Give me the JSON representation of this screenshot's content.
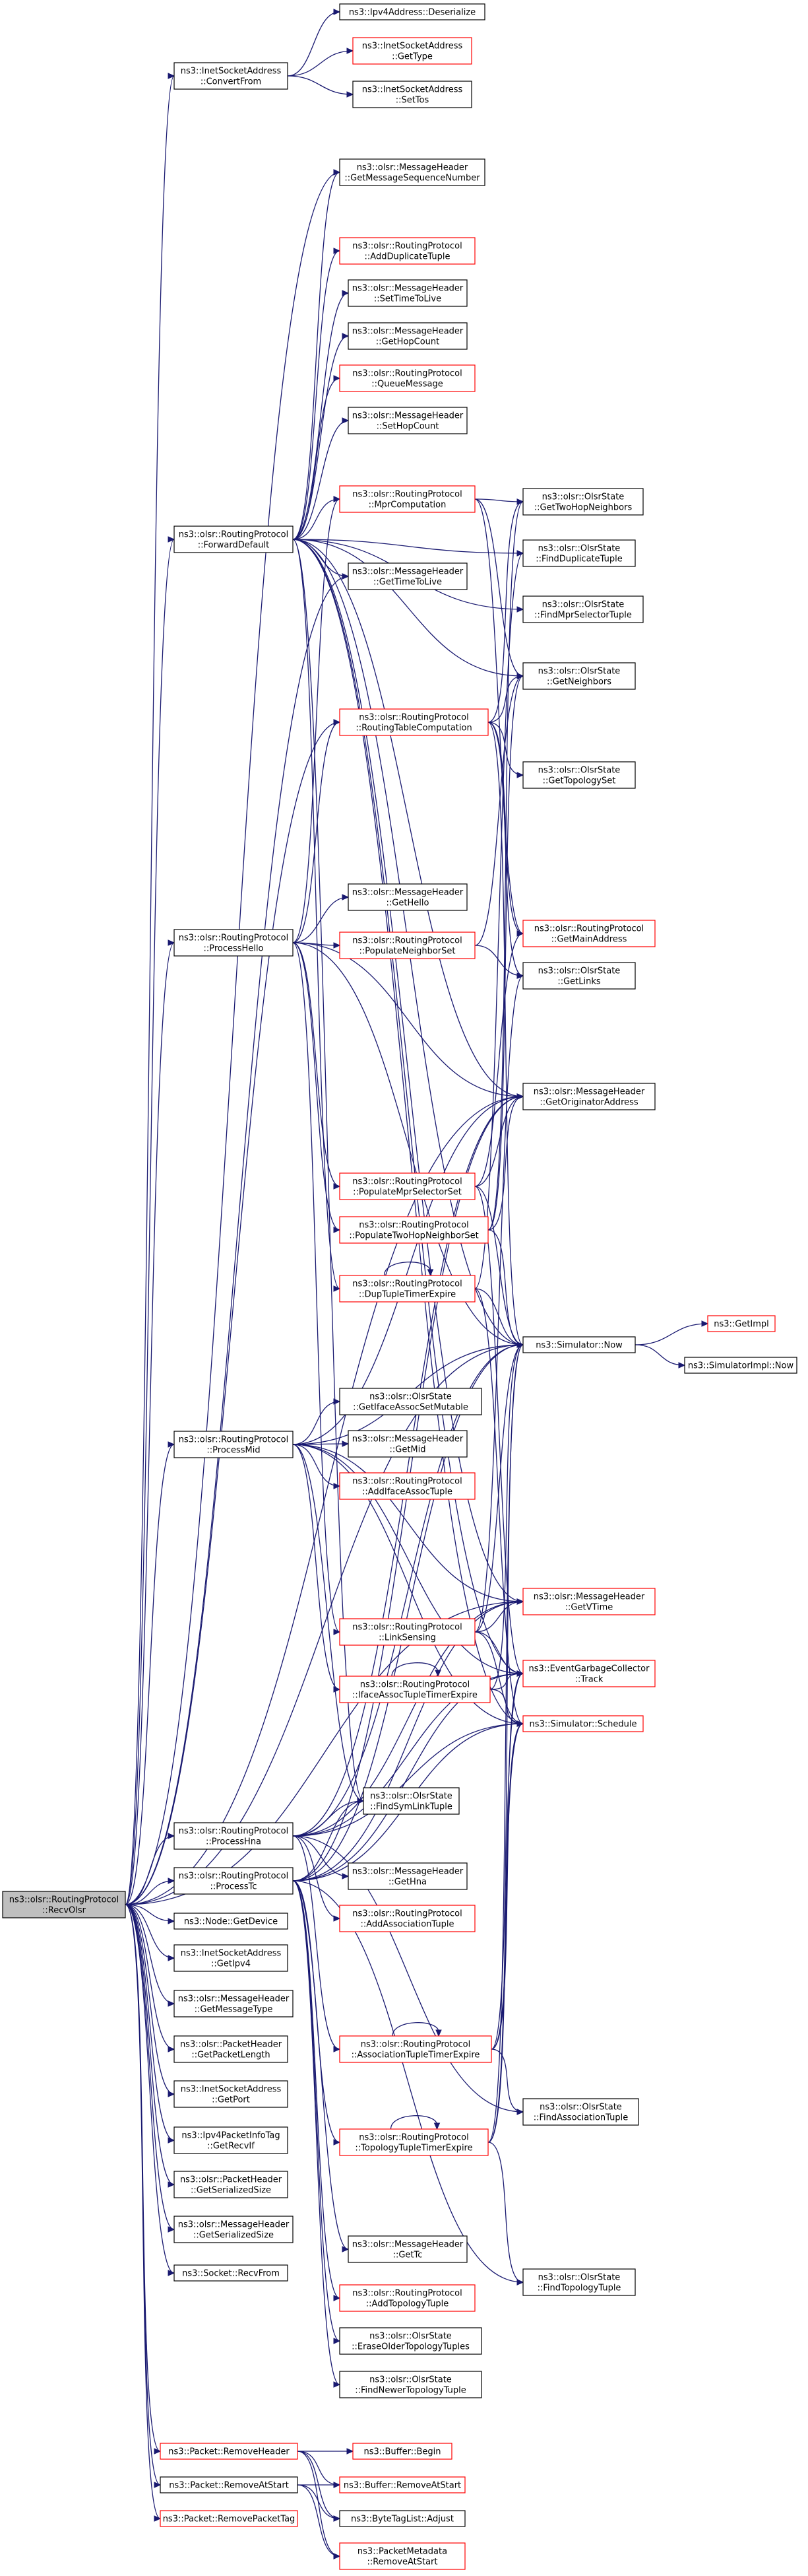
{
  "graph": {
    "nodes": [
      {
        "id": "recv",
        "lines": [
          "ns3::olsr::RoutingProtocol",
          "::RecvOlsr"
        ],
        "style": "root"
      },
      {
        "id": "ipv4deser",
        "lines": [
          "ns3::Ipv4Address::Deserialize"
        ],
        "style": "black"
      },
      {
        "id": "convertfrom",
        "lines": [
          "ns3::InetSocketAddress",
          "::ConvertFrom"
        ],
        "style": "black"
      },
      {
        "id": "gettype",
        "lines": [
          "ns3::InetSocketAddress",
          "::GetType"
        ],
        "style": "red"
      },
      {
        "id": "settos",
        "lines": [
          "ns3::InetSocketAddress",
          "::SetTos"
        ],
        "style": "black"
      },
      {
        "id": "getmsgseq",
        "lines": [
          "ns3::olsr::MessageHeader",
          "::GetMessageSequenceNumber"
        ],
        "style": "black"
      },
      {
        "id": "adddup",
        "lines": [
          "ns3::olsr::RoutingProtocol",
          "::AddDuplicateTuple"
        ],
        "style": "red"
      },
      {
        "id": "setttl",
        "lines": [
          "ns3::olsr::MessageHeader",
          "::SetTimeToLive"
        ],
        "style": "black"
      },
      {
        "id": "gethop",
        "lines": [
          "ns3::olsr::MessageHeader",
          "::GetHopCount"
        ],
        "style": "black"
      },
      {
        "id": "queuemsg",
        "lines": [
          "ns3::olsr::RoutingProtocol",
          "::QueueMessage"
        ],
        "style": "red"
      },
      {
        "id": "sethop",
        "lines": [
          "ns3::olsr::MessageHeader",
          "::SetHopCount"
        ],
        "style": "black"
      },
      {
        "id": "mprcomp",
        "lines": [
          "ns3::olsr::RoutingProtocol",
          "::MprComputation"
        ],
        "style": "red"
      },
      {
        "id": "get2hop",
        "lines": [
          "ns3::olsr::OlsrState",
          "::GetTwoHopNeighbors"
        ],
        "style": "black"
      },
      {
        "id": "fwd",
        "lines": [
          "ns3::olsr::RoutingProtocol",
          "::ForwardDefault"
        ],
        "style": "black"
      },
      {
        "id": "finddup",
        "lines": [
          "ns3::olsr::OlsrState",
          "::FindDuplicateTuple"
        ],
        "style": "black"
      },
      {
        "id": "getttl",
        "lines": [
          "ns3::olsr::MessageHeader",
          "::GetTimeToLive"
        ],
        "style": "black"
      },
      {
        "id": "findmprsel",
        "lines": [
          "ns3::olsr::OlsrState",
          "::FindMprSelectorTuple"
        ],
        "style": "black"
      },
      {
        "id": "getneigh",
        "lines": [
          "ns3::olsr::OlsrState",
          "::GetNeighbors"
        ],
        "style": "black"
      },
      {
        "id": "rtcomp",
        "lines": [
          "ns3::olsr::RoutingProtocol",
          "::RoutingTableComputation"
        ],
        "style": "red"
      },
      {
        "id": "gettopo",
        "lines": [
          "ns3::olsr::OlsrState",
          "::GetTopologySet"
        ],
        "style": "black"
      },
      {
        "id": "gethello",
        "lines": [
          "ns3::olsr::MessageHeader",
          "::GetHello"
        ],
        "style": "black"
      },
      {
        "id": "procHello",
        "lines": [
          "ns3::olsr::RoutingProtocol",
          "::ProcessHello"
        ],
        "style": "black"
      },
      {
        "id": "popneigh",
        "lines": [
          "ns3::olsr::RoutingProtocol",
          "::PopulateNeighborSet"
        ],
        "style": "red"
      },
      {
        "id": "getmain",
        "lines": [
          "ns3::olsr::RoutingProtocol",
          "::GetMainAddress"
        ],
        "style": "red"
      },
      {
        "id": "getlinks",
        "lines": [
          "ns3::olsr::OlsrState",
          "::GetLinks"
        ],
        "style": "black"
      },
      {
        "id": "getorig",
        "lines": [
          "ns3::olsr::MessageHeader",
          "::GetOriginatorAddress"
        ],
        "style": "black"
      },
      {
        "id": "popmprsel",
        "lines": [
          "ns3::olsr::RoutingProtocol",
          "::PopulateMprSelectorSet"
        ],
        "style": "red"
      },
      {
        "id": "pop2hop",
        "lines": [
          "ns3::olsr::RoutingProtocol",
          "::PopulateTwoHopNeighborSet"
        ],
        "style": "red"
      },
      {
        "id": "dupexp",
        "lines": [
          "ns3::olsr::RoutingProtocol",
          "::DupTupleTimerExpire"
        ],
        "style": "red"
      },
      {
        "id": "getimpl",
        "lines": [
          "ns3::GetImpl"
        ],
        "style": "red"
      },
      {
        "id": "simnow",
        "lines": [
          "ns3::Simulator::Now"
        ],
        "style": "black"
      },
      {
        "id": "simimplnow",
        "lines": [
          "ns3::SimulatorImpl::Now"
        ],
        "style": "black"
      },
      {
        "id": "getiface",
        "lines": [
          "ns3::olsr::OlsrState",
          "::GetIfaceAssocSetMutable"
        ],
        "style": "black"
      },
      {
        "id": "procMid",
        "lines": [
          "ns3::olsr::RoutingProtocol",
          "::ProcessMid"
        ],
        "style": "black"
      },
      {
        "id": "getmid",
        "lines": [
          "ns3::olsr::MessageHeader",
          "::GetMid"
        ],
        "style": "black"
      },
      {
        "id": "addiface",
        "lines": [
          "ns3::olsr::RoutingProtocol",
          "::AddIfaceAssocTuple"
        ],
        "style": "red"
      },
      {
        "id": "getvtime",
        "lines": [
          "ns3::olsr::MessageHeader",
          "::GetVTime"
        ],
        "style": "red"
      },
      {
        "id": "linksens",
        "lines": [
          "ns3::olsr::RoutingProtocol",
          "::LinkSensing"
        ],
        "style": "red"
      },
      {
        "id": "egc",
        "lines": [
          "ns3::EventGarbageCollector",
          "::Track"
        ],
        "style": "red"
      },
      {
        "id": "ifaceexp",
        "lines": [
          "ns3::olsr::RoutingProtocol",
          "::IfaceAssocTupleTimerExpire"
        ],
        "style": "red"
      },
      {
        "id": "simsched",
        "lines": [
          "ns3::Simulator::Schedule"
        ],
        "style": "red"
      },
      {
        "id": "findsym",
        "lines": [
          "ns3::olsr::OlsrState",
          "::FindSymLinkTuple"
        ],
        "style": "black"
      },
      {
        "id": "procHna",
        "lines": [
          "ns3::olsr::RoutingProtocol",
          "::ProcessHna"
        ],
        "style": "black"
      },
      {
        "id": "gethna",
        "lines": [
          "ns3::olsr::MessageHeader",
          "::GetHna"
        ],
        "style": "black"
      },
      {
        "id": "procTc",
        "lines": [
          "ns3::olsr::RoutingProtocol",
          "::ProcessTc"
        ],
        "style": "black"
      },
      {
        "id": "getdevice",
        "lines": [
          "ns3::Node::GetDevice"
        ],
        "style": "black"
      },
      {
        "id": "addassoc",
        "lines": [
          "ns3::olsr::RoutingProtocol",
          "::AddAssociationTuple"
        ],
        "style": "red"
      },
      {
        "id": "getipv4",
        "lines": [
          "ns3::InetSocketAddress",
          "::GetIpv4"
        ],
        "style": "black"
      },
      {
        "id": "getmsgtype",
        "lines": [
          "ns3::olsr::MessageHeader",
          "::GetMessageType"
        ],
        "style": "black"
      },
      {
        "id": "assocexp",
        "lines": [
          "ns3::olsr::RoutingProtocol",
          "::AssociationTupleTimerExpire"
        ],
        "style": "red"
      },
      {
        "id": "getpktlen",
        "lines": [
          "ns3::olsr::PacketHeader",
          "::GetPacketLength"
        ],
        "style": "black"
      },
      {
        "id": "findassoc",
        "lines": [
          "ns3::olsr::OlsrState",
          "::FindAssociationTuple"
        ],
        "style": "black"
      },
      {
        "id": "getport",
        "lines": [
          "ns3::InetSocketAddress",
          "::GetPort"
        ],
        "style": "black"
      },
      {
        "id": "topoexp",
        "lines": [
          "ns3::olsr::RoutingProtocol",
          "::TopologyTupleTimerExpire"
        ],
        "style": "red"
      },
      {
        "id": "getrecvif",
        "lines": [
          "ns3::Ipv4PacketInfoTag",
          "::GetRecvIf"
        ],
        "style": "black"
      },
      {
        "id": "pktsersize",
        "lines": [
          "ns3::olsr::PacketHeader",
          "::GetSerializedSize"
        ],
        "style": "black"
      },
      {
        "id": "msgsersize",
        "lines": [
          "ns3::olsr::MessageHeader",
          "::GetSerializedSize"
        ],
        "style": "black"
      },
      {
        "id": "gettc",
        "lines": [
          "ns3::olsr::MessageHeader",
          "::GetTc"
        ],
        "style": "black"
      },
      {
        "id": "findtopo",
        "lines": [
          "ns3::olsr::OlsrState",
          "::FindTopologyTuple"
        ],
        "style": "black"
      },
      {
        "id": "recvfrom",
        "lines": [
          "ns3::Socket::RecvFrom"
        ],
        "style": "black"
      },
      {
        "id": "addtopo",
        "lines": [
          "ns3::olsr::RoutingProtocol",
          "::AddTopologyTuple"
        ],
        "style": "red"
      },
      {
        "id": "eraseolder",
        "lines": [
          "ns3::olsr::OlsrState",
          "::EraseOlderTopologyTuples"
        ],
        "style": "black"
      },
      {
        "id": "findnewer",
        "lines": [
          "ns3::olsr::OlsrState",
          "::FindNewerTopologyTuple"
        ],
        "style": "black"
      },
      {
        "id": "removeheader",
        "lines": [
          "ns3::Packet::RemoveHeader"
        ],
        "style": "red"
      },
      {
        "id": "bufbegin",
        "lines": [
          "ns3::Buffer::Begin"
        ],
        "style": "red"
      },
      {
        "id": "removeatstart",
        "lines": [
          "ns3::Packet::RemoveAtStart"
        ],
        "style": "black"
      },
      {
        "id": "bufremove",
        "lines": [
          "ns3::Buffer::RemoveAtStart"
        ],
        "style": "red"
      },
      {
        "id": "removepkttag",
        "lines": [
          "ns3::Packet::RemovePacketTag"
        ],
        "style": "red"
      },
      {
        "id": "bytetag",
        "lines": [
          "ns3::ByteTagList::Adjust"
        ],
        "style": "black"
      },
      {
        "id": "pktmeta",
        "lines": [
          "ns3::PacketMetadata",
          "::RemoveAtStart"
        ],
        "style": "red"
      }
    ],
    "edges": [
      [
        "recv",
        "convertfrom"
      ],
      [
        "recv",
        "fwd"
      ],
      [
        "recv",
        "procHello"
      ],
      [
        "recv",
        "procMid"
      ],
      [
        "recv",
        "procHna"
      ],
      [
        "recv",
        "procTc"
      ],
      [
        "recv",
        "getdevice"
      ],
      [
        "recv",
        "getipv4"
      ],
      [
        "recv",
        "getmsgtype"
      ],
      [
        "recv",
        "getpktlen"
      ],
      [
        "recv",
        "getport"
      ],
      [
        "recv",
        "getrecvif"
      ],
      [
        "recv",
        "pktsersize"
      ],
      [
        "recv",
        "msgsersize"
      ],
      [
        "recv",
        "recvfrom"
      ],
      [
        "recv",
        "removeheader"
      ],
      [
        "recv",
        "removeatstart"
      ],
      [
        "recv",
        "removepkttag"
      ],
      [
        "recv",
        "getmsgseq"
      ],
      [
        "recv",
        "getorig"
      ],
      [
        "recv",
        "getvtime"
      ],
      [
        "recv",
        "simnow"
      ],
      [
        "recv",
        "getttl"
      ],
      [
        "recv",
        "rtcomp"
      ],
      [
        "convertfrom",
        "ipv4deser"
      ],
      [
        "convertfrom",
        "gettype"
      ],
      [
        "convertfrom",
        "settos"
      ],
      [
        "fwd",
        "getmsgseq"
      ],
      [
        "fwd",
        "adddup"
      ],
      [
        "fwd",
        "setttl"
      ],
      [
        "fwd",
        "gethop"
      ],
      [
        "fwd",
        "queuemsg"
      ],
      [
        "fwd",
        "sethop"
      ],
      [
        "fwd",
        "mprcomp"
      ],
      [
        "fwd",
        "finddup"
      ],
      [
        "fwd",
        "getttl"
      ],
      [
        "fwd",
        "findmprsel"
      ],
      [
        "fwd",
        "getneigh"
      ],
      [
        "fwd",
        "getorig"
      ],
      [
        "fwd",
        "simnow"
      ],
      [
        "fwd",
        "findsym"
      ],
      [
        "fwd",
        "egc"
      ],
      [
        "fwd",
        "simsched"
      ],
      [
        "fwd",
        "getvtime"
      ],
      [
        "fwd",
        "dupexp"
      ],
      [
        "mprcomp",
        "get2hop"
      ],
      [
        "mprcomp",
        "getneigh"
      ],
      [
        "mprcomp",
        "getmain"
      ],
      [
        "rtcomp",
        "get2hop"
      ],
      [
        "rtcomp",
        "getneigh"
      ],
      [
        "rtcomp",
        "gettopo"
      ],
      [
        "rtcomp",
        "getmain"
      ],
      [
        "rtcomp",
        "getlinks"
      ],
      [
        "rtcomp",
        "simnow"
      ],
      [
        "procHello",
        "gethello"
      ],
      [
        "procHello",
        "popneigh"
      ],
      [
        "procHello",
        "linksens"
      ],
      [
        "procHello",
        "popmprsel"
      ],
      [
        "procHello",
        "pop2hop"
      ],
      [
        "procHello",
        "mprcomp"
      ],
      [
        "procHello",
        "rtcomp"
      ],
      [
        "procHello",
        "getorig"
      ],
      [
        "procHello",
        "simnow"
      ],
      [
        "popneigh",
        "getlinks"
      ],
      [
        "popneigh",
        "getneigh"
      ],
      [
        "popmprsel",
        "getorig"
      ],
      [
        "popmprsel",
        "getmain"
      ],
      [
        "popmprsel",
        "simnow"
      ],
      [
        "popmprsel",
        "egc"
      ],
      [
        "pop2hop",
        "getneigh"
      ],
      [
        "pop2hop",
        "getorig"
      ],
      [
        "pop2hop",
        "simnow"
      ],
      [
        "pop2hop",
        "get2hop"
      ],
      [
        "dupexp",
        "dupexp"
      ],
      [
        "dupexp",
        "finddup"
      ],
      [
        "dupexp",
        "simnow"
      ],
      [
        "dupexp",
        "simsched"
      ],
      [
        "simnow",
        "getimpl"
      ],
      [
        "simnow",
        "simimplnow"
      ],
      [
        "procMid",
        "getiface"
      ],
      [
        "procMid",
        "getmid"
      ],
      [
        "procMid",
        "addiface"
      ],
      [
        "procMid",
        "getvtime"
      ],
      [
        "procMid",
        "simnow"
      ],
      [
        "procMid",
        "getorig"
      ],
      [
        "procMid",
        "findsym"
      ],
      [
        "procMid",
        "egc"
      ],
      [
        "procMid",
        "ifaceexp"
      ],
      [
        "procMid",
        "simsched"
      ],
      [
        "linksens",
        "getlinks"
      ],
      [
        "linksens",
        "simnow"
      ],
      [
        "linksens",
        "getvtime"
      ],
      [
        "linksens",
        "egc"
      ],
      [
        "linksens",
        "simsched"
      ],
      [
        "ifaceexp",
        "ifaceexp"
      ],
      [
        "ifaceexp",
        "simnow"
      ],
      [
        "ifaceexp",
        "simsched"
      ],
      [
        "ifaceexp",
        "egc"
      ],
      [
        "procHna",
        "findsym"
      ],
      [
        "procHna",
        "gethna"
      ],
      [
        "procHna",
        "addassoc"
      ],
      [
        "procHna",
        "findassoc"
      ],
      [
        "procHna",
        "simnow"
      ],
      [
        "procHna",
        "getvtime"
      ],
      [
        "procHna",
        "assocexp"
      ],
      [
        "procHna",
        "egc"
      ],
      [
        "procHna",
        "simsched"
      ],
      [
        "procHna",
        "getorig"
      ],
      [
        "procTc",
        "findsym"
      ],
      [
        "procTc",
        "gettc"
      ],
      [
        "procTc",
        "addtopo"
      ],
      [
        "procTc",
        "eraseolder"
      ],
      [
        "procTc",
        "findnewer"
      ],
      [
        "procTc",
        "findtopo"
      ],
      [
        "procTc",
        "topoexp"
      ],
      [
        "procTc",
        "simnow"
      ],
      [
        "procTc",
        "getvtime"
      ],
      [
        "procTc",
        "egc"
      ],
      [
        "procTc",
        "simsched"
      ],
      [
        "procTc",
        "getorig"
      ],
      [
        "assocexp",
        "assocexp"
      ],
      [
        "assocexp",
        "findassoc"
      ],
      [
        "assocexp",
        "simnow"
      ],
      [
        "assocexp",
        "simsched"
      ],
      [
        "assocexp",
        "egc"
      ],
      [
        "topoexp",
        "topoexp"
      ],
      [
        "topoexp",
        "findtopo"
      ],
      [
        "topoexp",
        "simnow"
      ],
      [
        "topoexp",
        "simsched"
      ],
      [
        "topoexp",
        "egc"
      ],
      [
        "removeheader",
        "bufbegin"
      ],
      [
        "removeheader",
        "bufremove"
      ],
      [
        "removeheader",
        "bytetag"
      ],
      [
        "removeheader",
        "pktmeta"
      ],
      [
        "removeatstart",
        "bufremove"
      ],
      [
        "removeatstart",
        "bytetag"
      ],
      [
        "removeatstart",
        "pktmeta"
      ]
    ]
  }
}
